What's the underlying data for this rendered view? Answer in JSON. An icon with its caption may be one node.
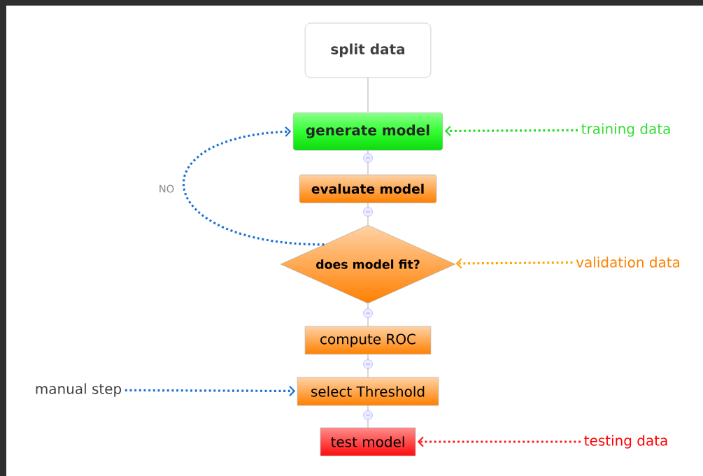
{
  "diagram": {
    "nodes": [
      {
        "text": [
          "split data"
        ]
      },
      {
        "text": [
          "generate model"
        ]
      },
      {
        "text": [
          "evaluate model"
        ]
      },
      {
        "text": [
          "does model fit?"
        ]
      },
      {
        "text": [
          "compute ROC"
        ]
      },
      {
        "text": [
          "select Threshold"
        ]
      },
      {
        "text": [
          "test model"
        ]
      },
      {
        "text": [
          "training data"
        ]
      },
      {
        "text": [
          "validation data"
        ]
      },
      {
        "text": [
          "manual step"
        ]
      },
      {
        "text": [
          "testing data"
        ]
      },
      {
        "text": [],
        "shape": "circle"
      },
      {
        "text": [],
        "shape": "circle"
      },
      {
        "text": [],
        "shape": "circle"
      },
      {
        "text": [],
        "shape": "circle"
      },
      {
        "text": [],
        "shape": "circle"
      }
    ],
    "edges": [
      {
        "from": 0,
        "to": 1,
        "arrow": "none"
      },
      {
        "from": 1,
        "to": 11,
        "arrow": "none"
      },
      {
        "from": 11,
        "to": 2,
        "arrow": "none"
      },
      {
        "from": 2,
        "to": 12,
        "arrow": "none"
      },
      {
        "from": 12,
        "to": 3,
        "arrow": "none"
      },
      {
        "from": 3,
        "to": 13,
        "arrow": "none"
      },
      {
        "from": 13,
        "to": 4,
        "arrow": "none"
      },
      {
        "from": 4,
        "to": 14,
        "arrow": "none"
      },
      {
        "from": 14,
        "to": 5,
        "arrow": "none"
      },
      {
        "from": 5,
        "to": 15,
        "arrow": "none"
      },
      {
        "from": 15,
        "to": 6,
        "arrow": "none"
      },
      {
        "from": 3,
        "to": 1,
        "arrow": "to",
        "label": "NO",
        "style": "dashed",
        "color": "#1a6fd6"
      },
      {
        "from": 7,
        "to": 1,
        "arrow": "to",
        "style": "dashed",
        "color": "#22dd22"
      },
      {
        "from": 8,
        "to": 3,
        "arrow": "to",
        "style": "dashed",
        "color": "#ffa500"
      },
      {
        "from": 9,
        "to": 5,
        "arrow": "to",
        "style": "dashed",
        "color": "#1a6fd6"
      },
      {
        "from": 10,
        "to": 6,
        "arrow": "to",
        "style": "dashed",
        "color": "#ff1a1a"
      }
    ]
  }
}
